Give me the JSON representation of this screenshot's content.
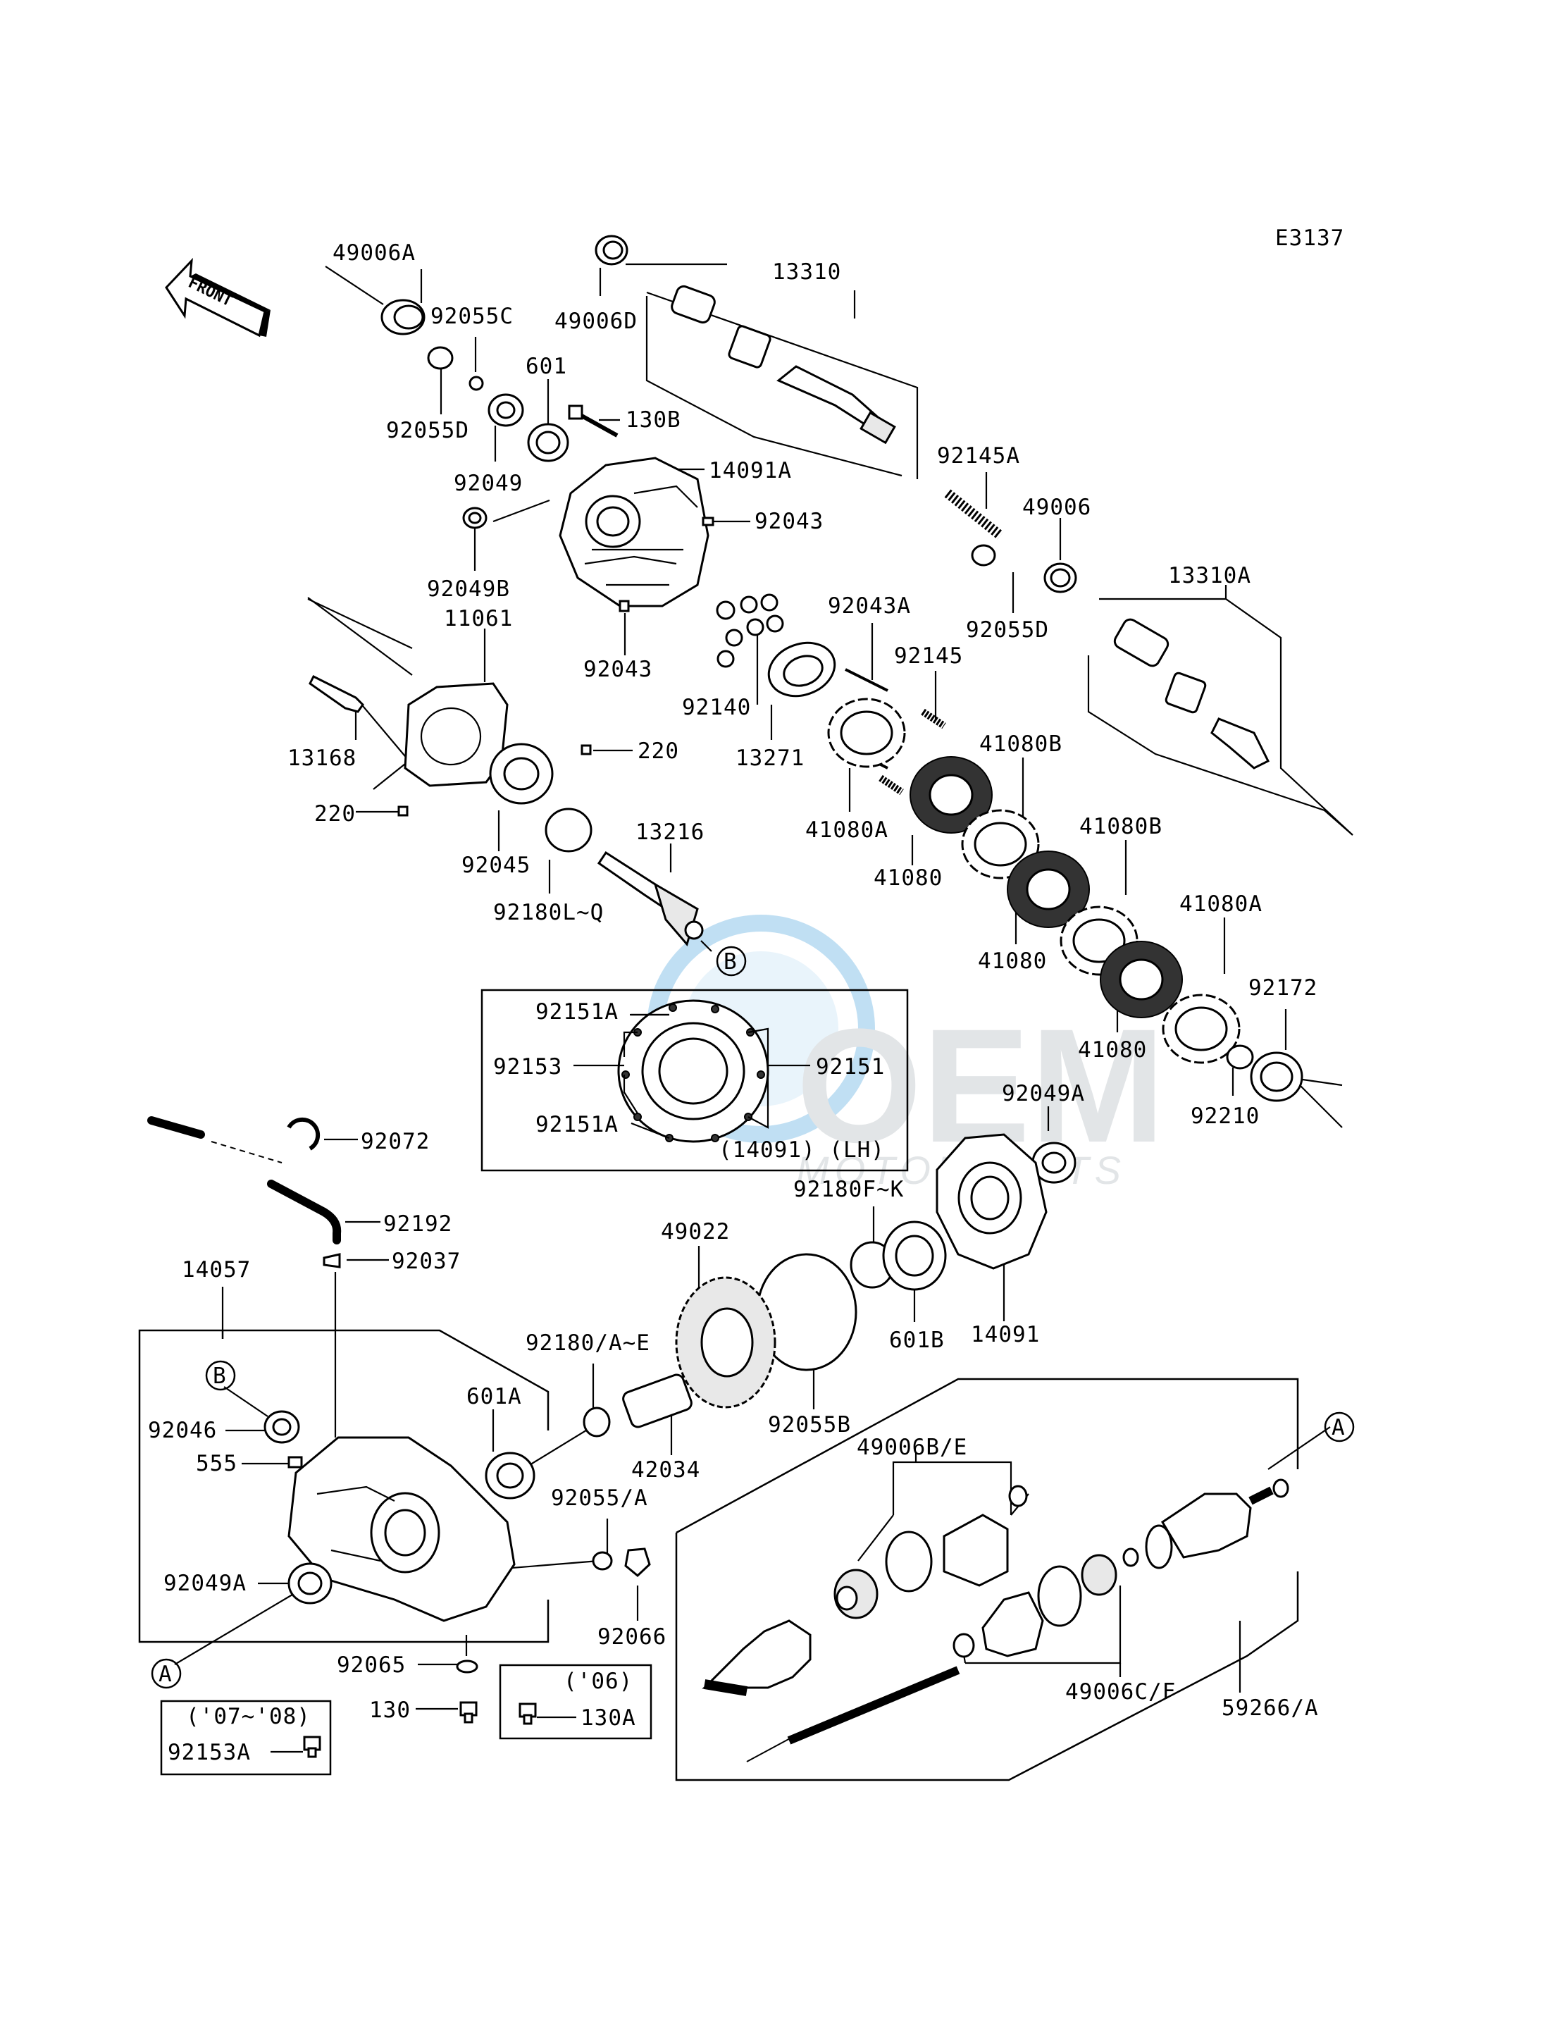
{
  "diagram": {
    "code": "E3137",
    "front_label": "FRONT",
    "watermark": {
      "brand": "OEM",
      "tagline": "MOTORPARTS",
      "color": "#1f8fd6"
    },
    "ref_markers": {
      "a": "A",
      "b": "B"
    },
    "labels": {
      "p49006A": "49006A",
      "p49006D": "49006D",
      "p13310": "13310",
      "p92055C": "92055C",
      "p601": "601",
      "p130B": "130B",
      "p92055D_top": "92055D",
      "p14091A": "14091A",
      "p92049": "92049",
      "p92043_right": "92043",
      "p92145A": "92145A",
      "p49006": "49006",
      "p92049B": "92049B",
      "p92055D_right": "92055D",
      "p13310A": "13310A",
      "p11061": "11061",
      "p92043A": "92043A",
      "p92043_bottom": "92043",
      "p92145": "92145",
      "p92140": "92140",
      "p220_right": "220",
      "p13168": "13168",
      "p13271": "13271",
      "p41080B_1": "41080B",
      "p220_left": "220",
      "p41080A_1": "41080A",
      "p92045": "92045",
      "p13216": "13216",
      "p41080_1": "41080",
      "p41080B_2": "41080B",
      "p92180LQ": "92180L~Q",
      "p41080A_2": "41080A",
      "p41080_2": "41080",
      "p92172": "92172",
      "p92151A_top": "92151A",
      "p92151": "92151",
      "p92153": "92153",
      "p41080_3": "41080",
      "p92049A_right": "92049A",
      "p92151A_bottom": "92151A",
      "p14091LH": "(14091)  (LH)",
      "p92210": "92210",
      "p92072": "92072",
      "p92180FK": "92180F~K",
      "p92192": "92192",
      "p49022": "49022",
      "p92037": "92037",
      "p14057": "14057",
      "p601B": "601B",
      "p14091": "14091",
      "p92180AE": "92180/A~E",
      "p601A": "601A",
      "p92046": "92046",
      "p92055B": "92055B",
      "p42034": "42034",
      "p555": "555",
      "p49006BE": "49006B/E",
      "p92055A": "92055/A",
      "p92049A_left": "92049A",
      "p92066": "92066",
      "p92065": "92065",
      "p06": "('06)",
      "p49006CF": "49006C/F",
      "p130": "130",
      "p130A": "130A",
      "p59266A": "59266/A",
      "p0708": "('07~'08)",
      "p92153A": "92153A"
    }
  }
}
